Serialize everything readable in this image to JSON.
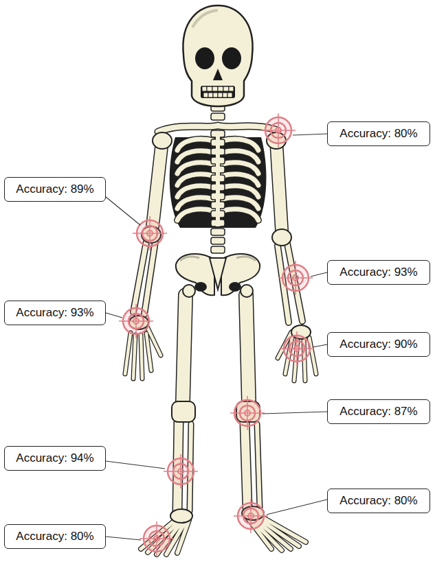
{
  "diagram": {
    "nodes": [
      {
        "text": [
          "Accuracy: 80%"
        ]
      },
      {
        "text": [
          "Accuracy: 89%"
        ]
      },
      {
        "text": [
          "Accuracy: 93%"
        ]
      },
      {
        "text": [
          "Accuracy: 93%"
        ]
      },
      {
        "text": [
          "Accuracy: 90%"
        ]
      },
      {
        "text": [
          "Accuracy: 87%"
        ]
      },
      {
        "text": [
          "Accuracy: 94%"
        ]
      },
      {
        "text": [
          "Accuracy: 80%"
        ]
      },
      {
        "text": [
          "Accuracy: 80%"
        ]
      }
    ]
  }
}
